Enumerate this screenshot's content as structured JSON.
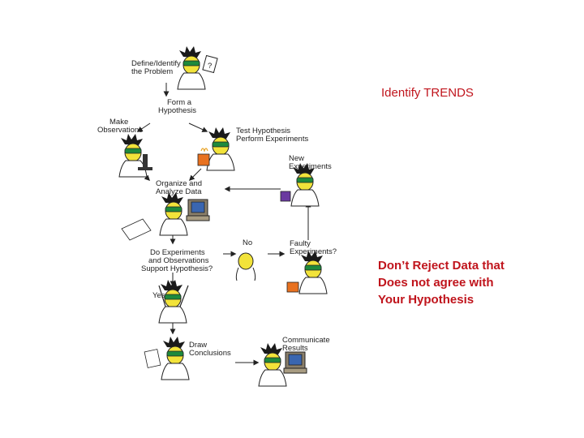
{
  "diagram": {
    "steps": {
      "define": [
        "Define/Identify",
        "the Problem"
      ],
      "hypothesis": [
        "Form a",
        "Hypothesis"
      ],
      "observe": [
        "Make",
        "Observations"
      ],
      "test": [
        "Test Hypothesis",
        "Perform Experiments"
      ],
      "new_experiments": [
        "New",
        "Experiments"
      ],
      "organize": [
        "Organize and",
        "Analyze Data"
      ],
      "no": [
        "No"
      ],
      "faulty": [
        "Faulty",
        "Experiments?"
      ],
      "support": [
        "Do Experiments",
        "and Observations",
        "Support Hypothesis?"
      ],
      "yes": [
        "Yes"
      ],
      "conclusions": [
        "Draw",
        "Conclusions"
      ],
      "communicate": [
        "Communicate",
        "Results"
      ]
    },
    "colors": {
      "skin": "#f2e33a",
      "goggles": "#1e8a3c",
      "line": "#222222",
      "hair": "#1a1a1a"
    }
  },
  "notes": {
    "trends": "Identify TRENDS",
    "dont_reject": [
      "Don’t Reject Data that",
      "Does not agree with",
      "Your Hypothesis"
    ]
  }
}
